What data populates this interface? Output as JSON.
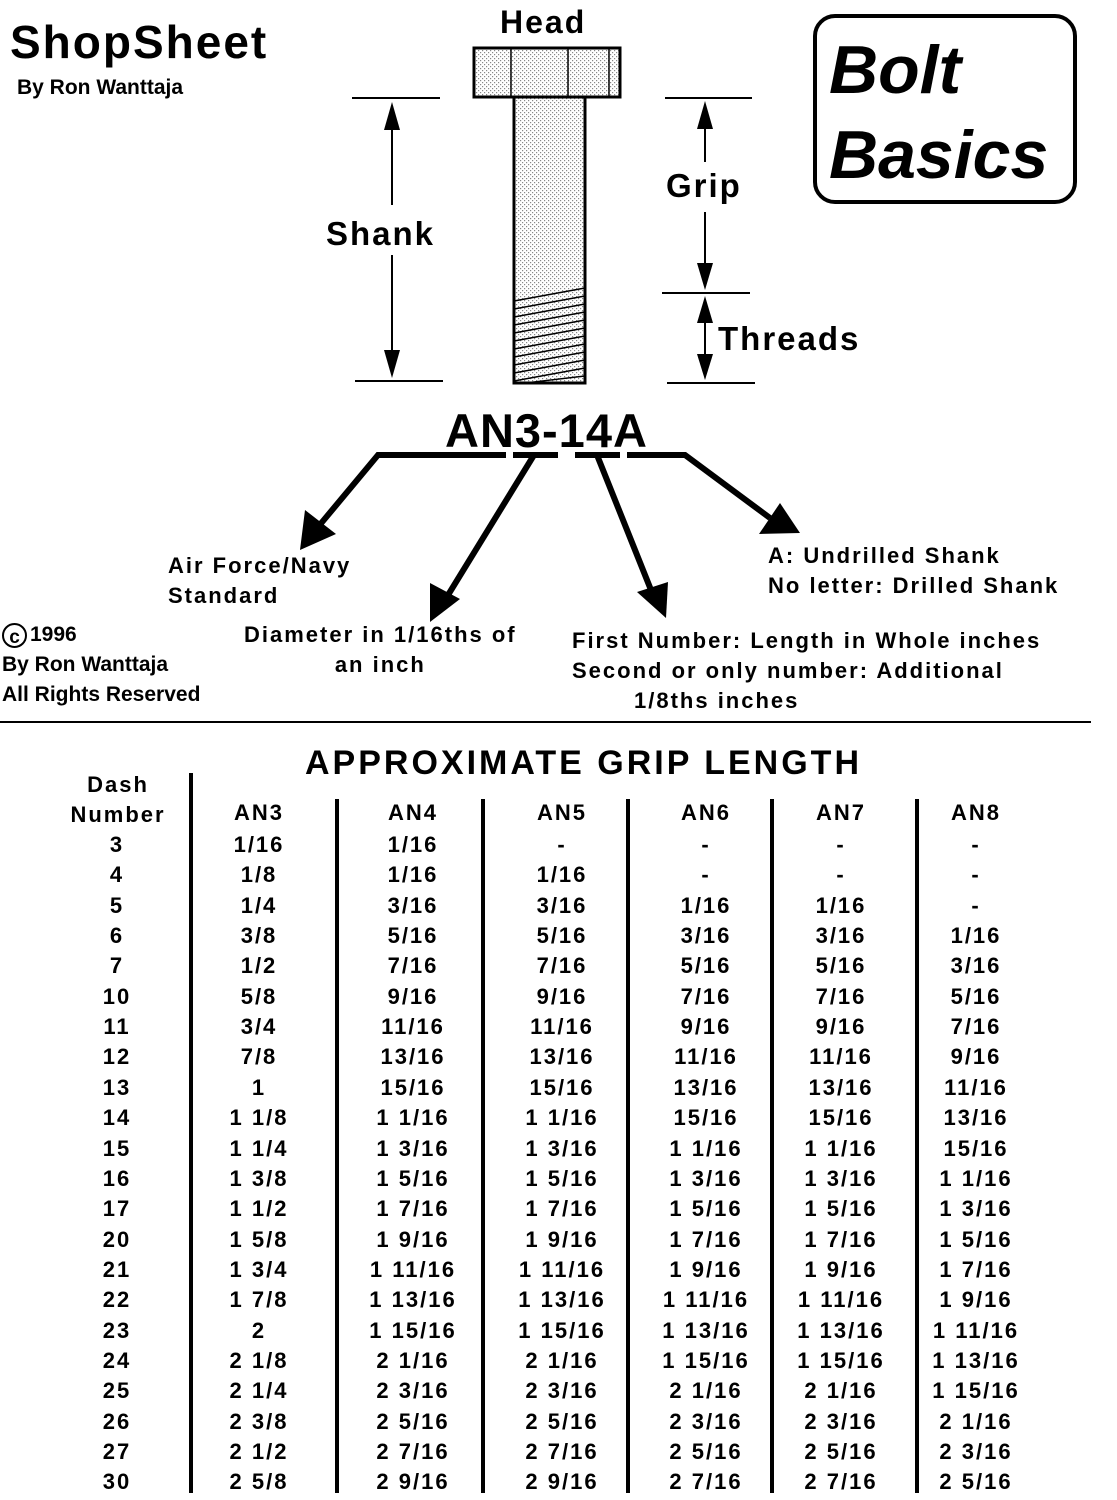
{
  "brand": {
    "title": "ShopSheet",
    "byline": "By Ron Wanttaja"
  },
  "sheet_title": {
    "line1": "Bolt",
    "line2": "Basics"
  },
  "diagram": {
    "head_label": "Head",
    "shank_label": "Shank",
    "grip_label": "Grip",
    "threads_label": "Threads",
    "part_number": "AN3-14A",
    "notes": {
      "standard": [
        "Air Force/Navy",
        "Standard"
      ],
      "diameter": [
        "Diameter in 1/16ths of",
        "an inch"
      ],
      "length": [
        "First Number:  Length in Whole inches",
        "Second or only number:  Additional",
        "1/8ths inches"
      ],
      "suffix": [
        "A:  Undrilled Shank",
        "No letter:  Drilled Shank"
      ]
    }
  },
  "copyright": {
    "symbol": "c",
    "year": "1996",
    "line2": "By Ron Wanttaja",
    "line3": "All Rights Reserved"
  },
  "grip_table": {
    "title": "APPROXIMATE GRIP LENGTH",
    "dash_header": [
      "Dash",
      "Number"
    ],
    "columns": [
      "AN3",
      "AN4",
      "AN5",
      "AN6",
      "AN7",
      "AN8"
    ],
    "rows": [
      [
        "3",
        "1/16",
        "1/16",
        "-",
        "-",
        "-",
        "-"
      ],
      [
        "4",
        "1/8",
        "1/16",
        "1/16",
        "-",
        "-",
        "-"
      ],
      [
        "5",
        "1/4",
        "3/16",
        "3/16",
        "1/16",
        "1/16",
        "-"
      ],
      [
        "6",
        "3/8",
        "5/16",
        "5/16",
        "3/16",
        "3/16",
        "1/16"
      ],
      [
        "7",
        "1/2",
        "7/16",
        "7/16",
        "5/16",
        "5/16",
        "3/16"
      ],
      [
        "10",
        "5/8",
        "9/16",
        "9/16",
        "7/16",
        "7/16",
        "5/16"
      ],
      [
        "11",
        "3/4",
        "11/16",
        "11/16",
        "9/16",
        "9/16",
        "7/16"
      ],
      [
        "12",
        "7/8",
        "13/16",
        "13/16",
        "11/16",
        "11/16",
        "9/16"
      ],
      [
        "13",
        "1",
        "15/16",
        "15/16",
        "13/16",
        "13/16",
        "11/16"
      ],
      [
        "14",
        "1 1/8",
        "1 1/16",
        "1 1/16",
        "15/16",
        "15/16",
        "13/16"
      ],
      [
        "15",
        "1 1/4",
        "1 3/16",
        "1 3/16",
        "1 1/16",
        "1 1/16",
        "15/16"
      ],
      [
        "16",
        "1 3/8",
        "1 5/16",
        "1 5/16",
        "1 3/16",
        "1 3/16",
        "1 1/16"
      ],
      [
        "17",
        "1 1/2",
        "1 7/16",
        "1 7/16",
        "1 5/16",
        "1 5/16",
        "1 3/16"
      ],
      [
        "20",
        "1 5/8",
        "1 9/16",
        "1 9/16",
        "1 7/16",
        "1 7/16",
        "1 5/16"
      ],
      [
        "21",
        "1 3/4",
        "1 11/16",
        "1 11/16",
        "1 9/16",
        "1 9/16",
        "1 7/16"
      ],
      [
        "22",
        "1 7/8",
        "1 13/16",
        "1 13/16",
        "1 11/16",
        "1 11/16",
        "1 9/16"
      ],
      [
        "23",
        "2",
        "1 15/16",
        "1 15/16",
        "1 13/16",
        "1 13/16",
        "1 11/16"
      ],
      [
        "24",
        "2 1/8",
        "2 1/16",
        "2 1/16",
        "1 15/16",
        "1 15/16",
        "1 13/16"
      ],
      [
        "25",
        "2 1/4",
        "2 3/16",
        "2 3/16",
        "2 1/16",
        "2 1/16",
        "1 15/16"
      ],
      [
        "26",
        "2 3/8",
        "2 5/16",
        "2 5/16",
        "2 3/16",
        "2 3/16",
        "2 1/16"
      ],
      [
        "27",
        "2 1/2",
        "2 7/16",
        "2 7/16",
        "2 5/16",
        "2 5/16",
        "2 3/16"
      ],
      [
        "30",
        "2 5/8",
        "2 9/16",
        "2 9/16",
        "2 7/16",
        "2 7/16",
        "2 5/16"
      ]
    ]
  }
}
